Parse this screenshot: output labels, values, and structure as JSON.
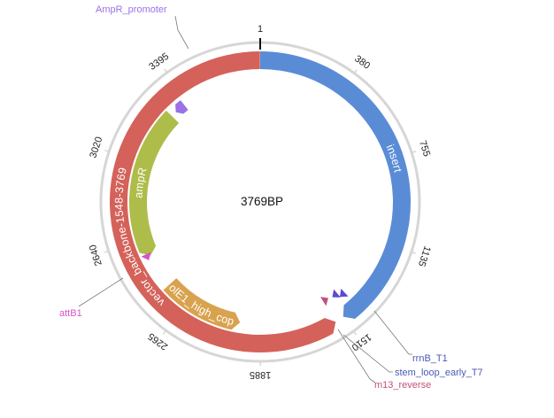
{
  "plasmid": {
    "name_label": "3769BP",
    "length": 3769,
    "ring_color": "#d6d6d6"
  },
  "ticks": [
    {
      "position": 1,
      "label": "1",
      "major": true
    },
    {
      "position": 380,
      "label": "380"
    },
    {
      "position": 755,
      "label": "755"
    },
    {
      "position": 1135,
      "label": "1135"
    },
    {
      "position": 1510,
      "label": "1510"
    },
    {
      "position": 1885,
      "label": "1885"
    },
    {
      "position": 2265,
      "label": "2265"
    },
    {
      "position": 2640,
      "label": "2640"
    },
    {
      "position": 3020,
      "label": "3020"
    },
    {
      "position": 3395,
      "label": "3395"
    }
  ],
  "features": [
    {
      "id": "insert",
      "label": "insert",
      "start": 1,
      "end": 1510,
      "direction": "forward",
      "color": "#5a8cd6",
      "track": "outer"
    },
    {
      "id": "vector-backbone",
      "label": "vector_backbone-1548-3769",
      "start": 1548,
      "end": 3769,
      "direction": "reverse",
      "color": "#d4625a",
      "track": "outer"
    },
    {
      "id": "ampr",
      "label": "ampR",
      "start": 2555,
      "end": 3290,
      "direction": "reverse",
      "color": "#aebc4a",
      "track": "inner"
    },
    {
      "id": "cole1",
      "label": "colE1_high_copy",
      "start": 1985,
      "end": 2385,
      "direction": "reverse",
      "color": "#d9a24e",
      "track": "inner"
    }
  ],
  "markers": [
    {
      "id": "ampr-promoter",
      "label": "AmpR_promoter",
      "position": 3340,
      "color": "#9a72e6",
      "type": "arrow-block",
      "label_color": "#9a72e6"
    },
    {
      "id": "attb1",
      "label": "attB1",
      "position": 2555,
      "color": "#d555c8",
      "type": "triangle",
      "label_color": "#d555c8"
    },
    {
      "id": "rrnb-t1",
      "label": "rrnB_T1",
      "position": 1450,
      "color": "#5a4ad4",
      "type": "triangle",
      "label_color": "#4a5ab8"
    },
    {
      "id": "stem-loop",
      "label": "stem_loop_early_T7",
      "position": 1480,
      "color": "#5a4ad4",
      "type": "triangle",
      "label_color": "#4a5ab8"
    },
    {
      "id": "m13-reverse",
      "label": "m13_reverse",
      "position": 1532,
      "color": "#c4507a",
      "type": "triangle",
      "label_color": "#c4507a"
    }
  ]
}
